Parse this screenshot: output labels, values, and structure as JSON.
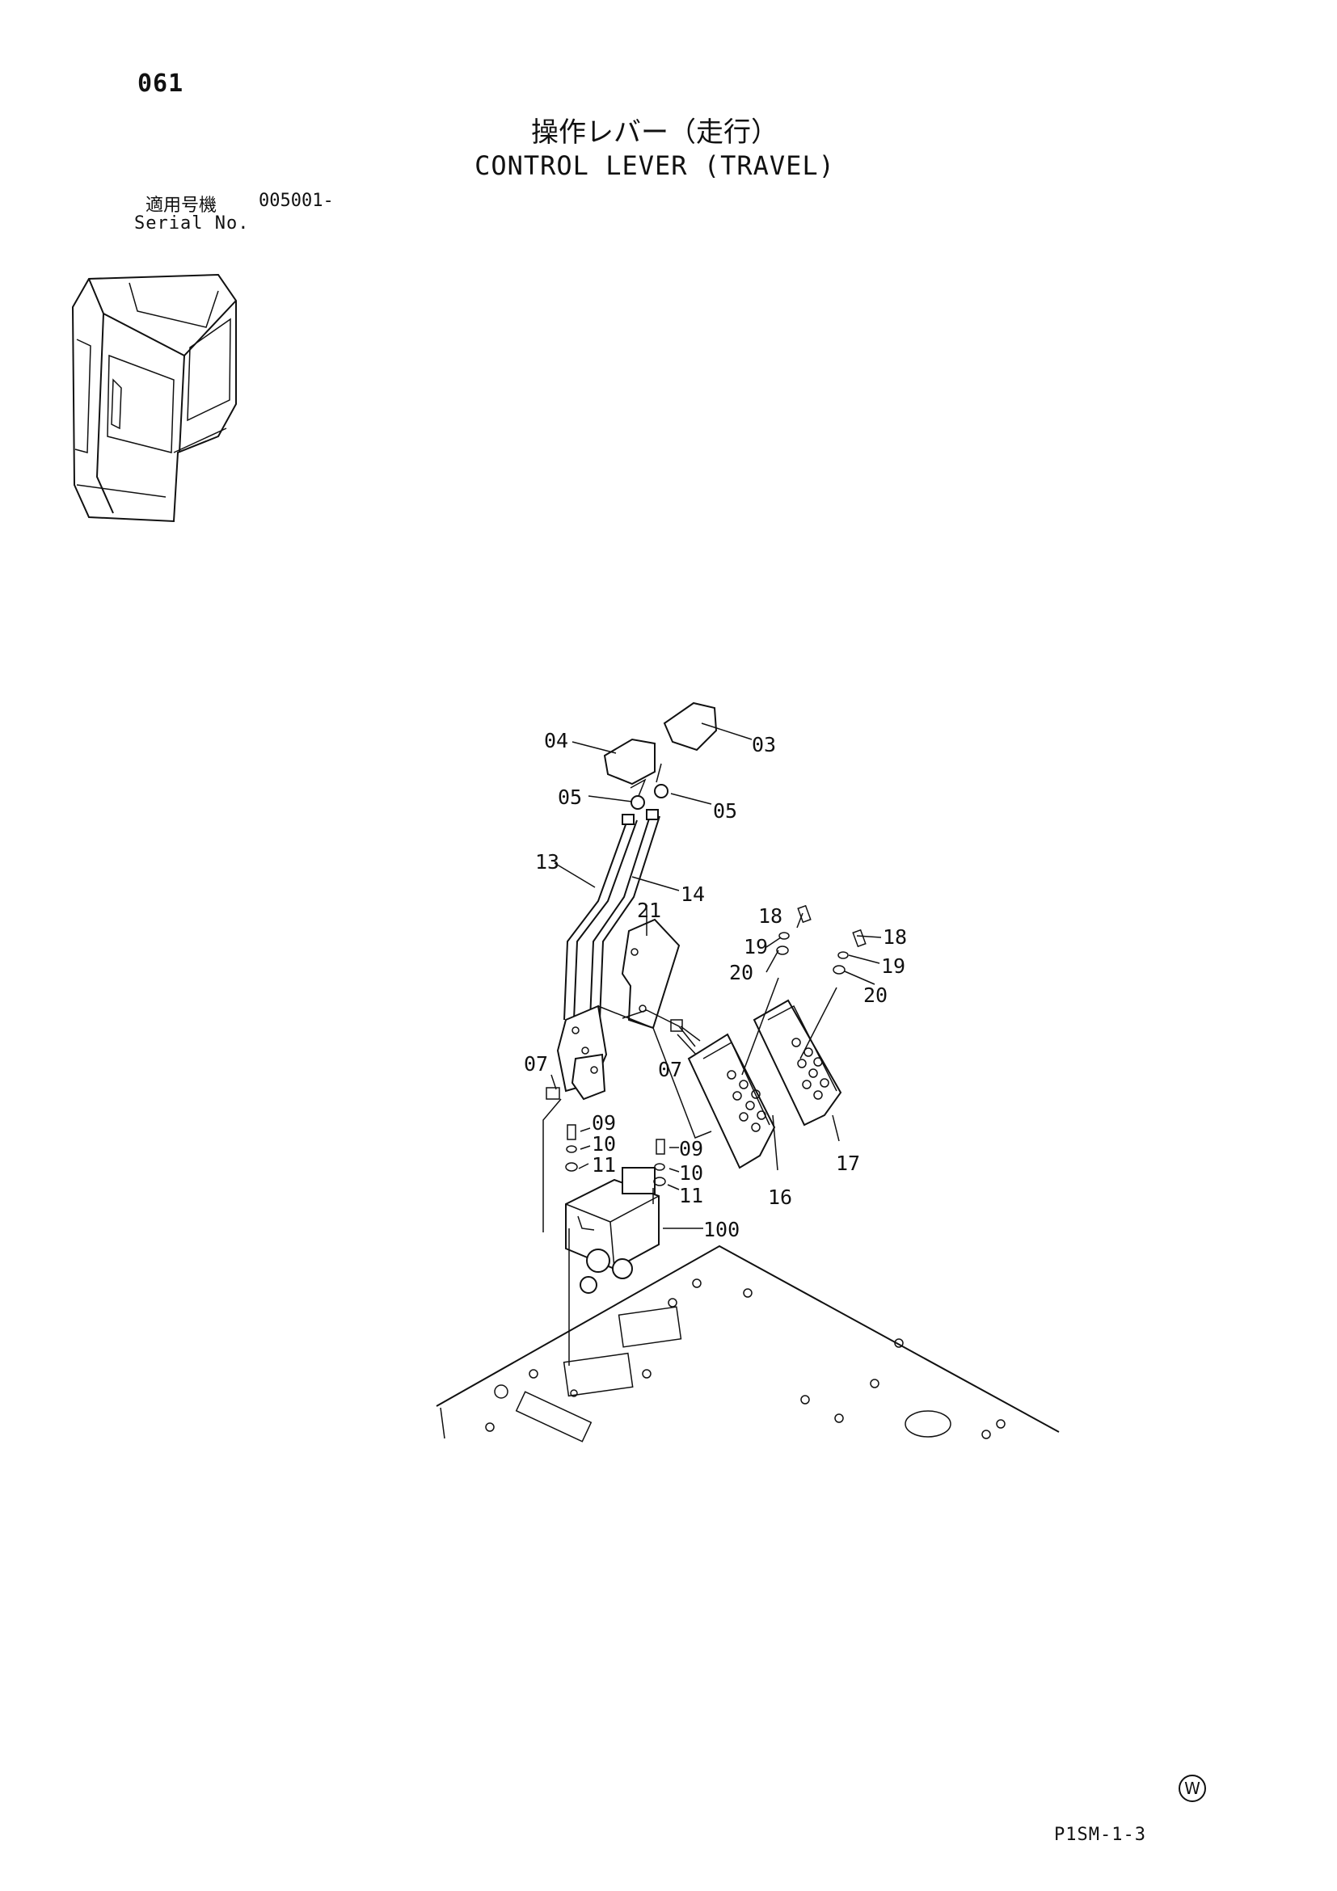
{
  "header": {
    "page_number": "061",
    "title_jp": "操作レバー（走行）",
    "title_en": "CONTROL LEVER (TRAVEL)",
    "serial_label_jp": "適用号機",
    "serial_value": "005001-",
    "serial_label_en": "Serial No."
  },
  "callouts": {
    "c03": "03",
    "c04": "04",
    "c05a": "05",
    "c05b": "05",
    "c13": "13",
    "c14": "14",
    "c21": "21",
    "c18a": "18",
    "c18b": "18",
    "c19a": "19",
    "c19b": "19",
    "c20a": "20",
    "c20b": "20",
    "c07a": "07",
    "c07b": "07",
    "c09a": "09",
    "c09b": "09",
    "c10a": "10",
    "c10b": "10",
    "c11a": "11",
    "c11b": "11",
    "c16": "16",
    "c17": "17",
    "c100": "100"
  },
  "footer": {
    "watermark": "W",
    "drawing_code": "P1SM-1-3"
  }
}
